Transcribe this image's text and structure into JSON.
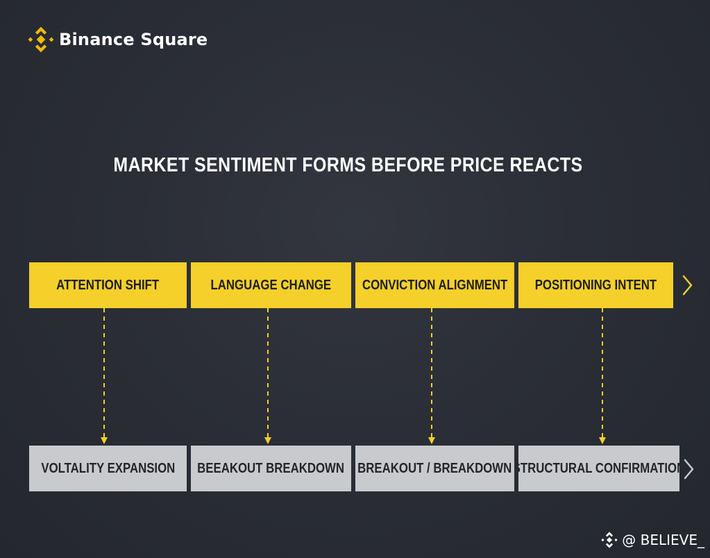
{
  "brand": {
    "name": "Binance Square",
    "accent_color": "#f0b90b"
  },
  "diagram": {
    "title": "MARKET SENTIMENT FORMS BEFORE PRICE REACTS",
    "top_row": [
      "ATTENTION SHIFT",
      "LANGUAGE CHANGE",
      "CONVICTION ALIGNMENT",
      "POSITIONING INTENT"
    ],
    "bottom_row": [
      "VOLTALITY EXPANSION",
      "BEEAKOUT BREAKDOWN",
      "BREAKOUT / BREAKDOWN",
      "STRUCTURAL CONFIRMATION"
    ],
    "connections": [
      [
        0,
        0
      ],
      [
        1,
        1
      ],
      [
        2,
        2
      ],
      [
        3,
        3
      ]
    ],
    "top_color": "#f5d02a",
    "bottom_color": "#c8cacd",
    "connector_color": "#f5d02a",
    "continuation_icon": "chevron-right-icon"
  },
  "watermark": {
    "text": "@ BELIEVE_",
    "icon": "binance-logo-icon"
  },
  "background_color": "#2b2e36"
}
